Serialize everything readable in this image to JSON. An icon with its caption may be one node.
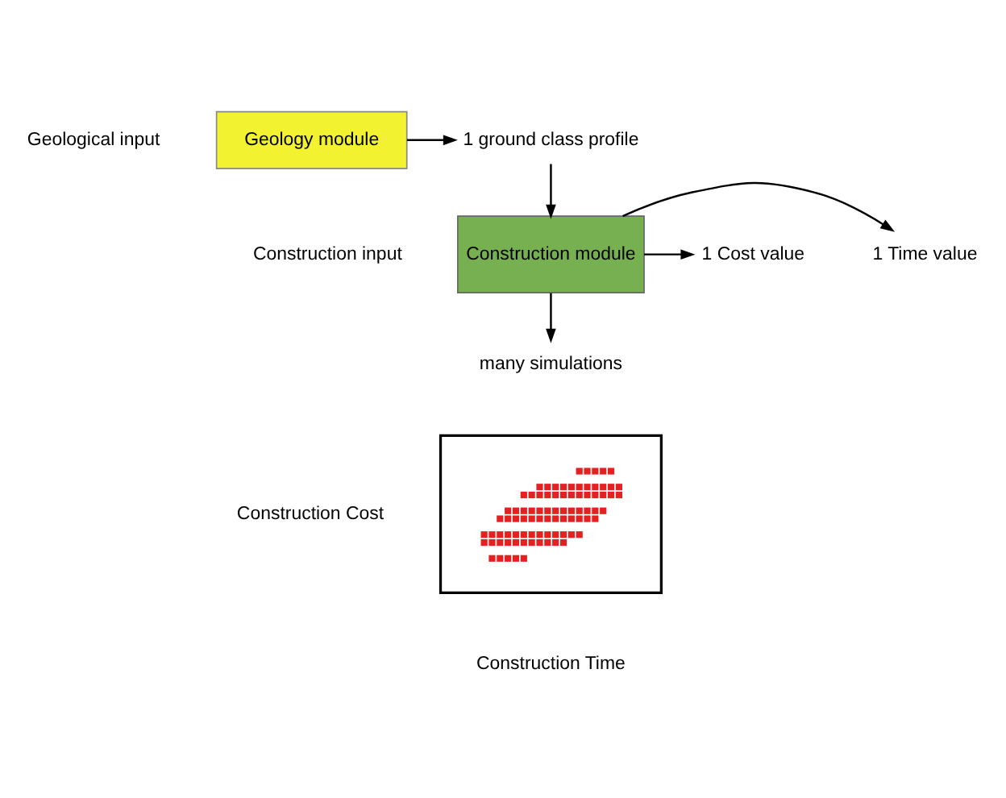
{
  "diagram": {
    "nodes": [
      {
        "text": [
          "Geology module"
        ]
      },
      {
        "text": [
          "1 ground class profile"
        ]
      },
      {
        "text": [
          "Construction module"
        ]
      },
      {
        "text": [
          "1 Time value"
        ]
      },
      {
        "text": [
          "1 Cost value"
        ]
      },
      {
        "text": [
          "many simulations"
        ]
      },
      {
        "text": [],
        "shape": "picture"
      }
    ],
    "edges": [
      {
        "from": 0,
        "to": 1,
        "arrow": "to"
      },
      {
        "from": 1,
        "to": 2,
        "arrow": "to"
      },
      {
        "from": 2,
        "to": 3,
        "arrow": "to"
      },
      {
        "from": 2,
        "to": 4,
        "arrow": "to"
      },
      {
        "from": 2,
        "to": 5,
        "arrow": "to"
      }
    ],
    "labels": [
      "Geological input",
      "Construction input",
      "Construction Cost",
      "Construction Time"
    ]
  }
}
